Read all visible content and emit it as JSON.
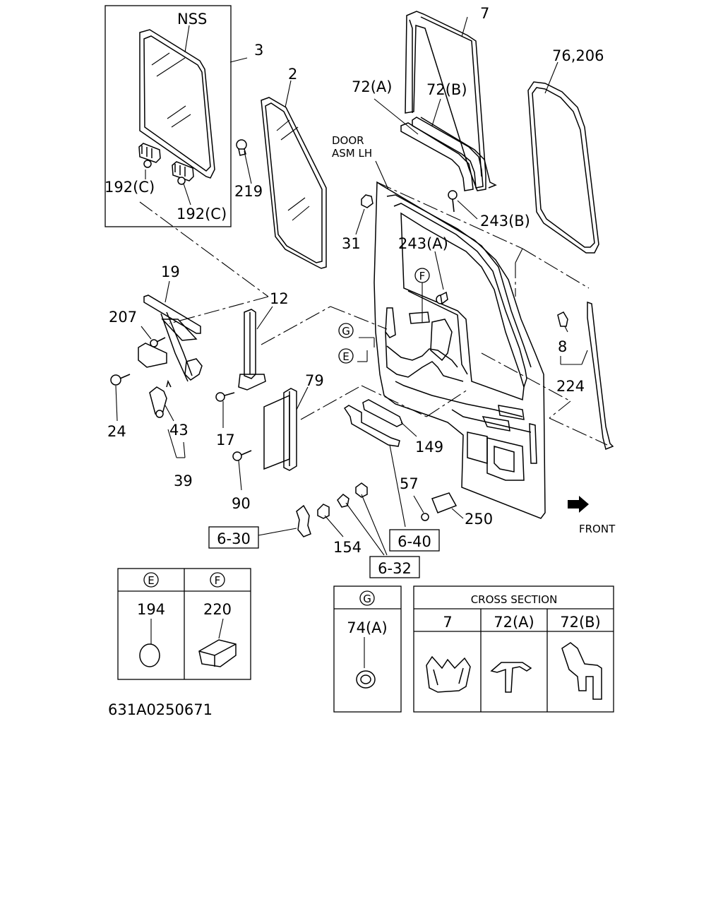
{
  "callouts": {
    "nss": "NSS",
    "p3": "3",
    "p2": "2",
    "p192c_a": "192(C)",
    "p192c_b": "192(C)",
    "p219": "219",
    "p7": "7",
    "p76_206": "76,206",
    "p72a": "72(A)",
    "p72b": "72(B)",
    "door_asm": "DOOR",
    "door_asm_lh": "ASM  LH",
    "p31": "31",
    "p243b": "243(B)",
    "p243a": "243(A)",
    "f_circle": "F",
    "g_circle": "G",
    "e_circle": "E",
    "p19": "19",
    "p207": "207",
    "p12": "12",
    "p8": "8",
    "p224": "224",
    "p24": "24",
    "p43": "43",
    "p39": "39",
    "p17": "17",
    "p79": "79",
    "p149": "149",
    "p90": "90",
    "p57": "57",
    "p250": "250",
    "front": "FRONT",
    "ref_6_30": "6-30",
    "p154": "154",
    "ref_6_40": "6-40",
    "ref_6_32": "6-32"
  },
  "detail_ef": {
    "col_e": "E",
    "col_f": "F",
    "part_e": "194",
    "part_f": "220"
  },
  "detail_g": {
    "col_g": "G",
    "part_g": "74(A)"
  },
  "cross_section": {
    "title": "CROSS SECTION",
    "columns": [
      "7",
      "72(A)",
      "72(B)"
    ]
  },
  "drawing_number": "631A0250671",
  "colors": {
    "ink": "#000000",
    "paper": "#ffffff"
  }
}
